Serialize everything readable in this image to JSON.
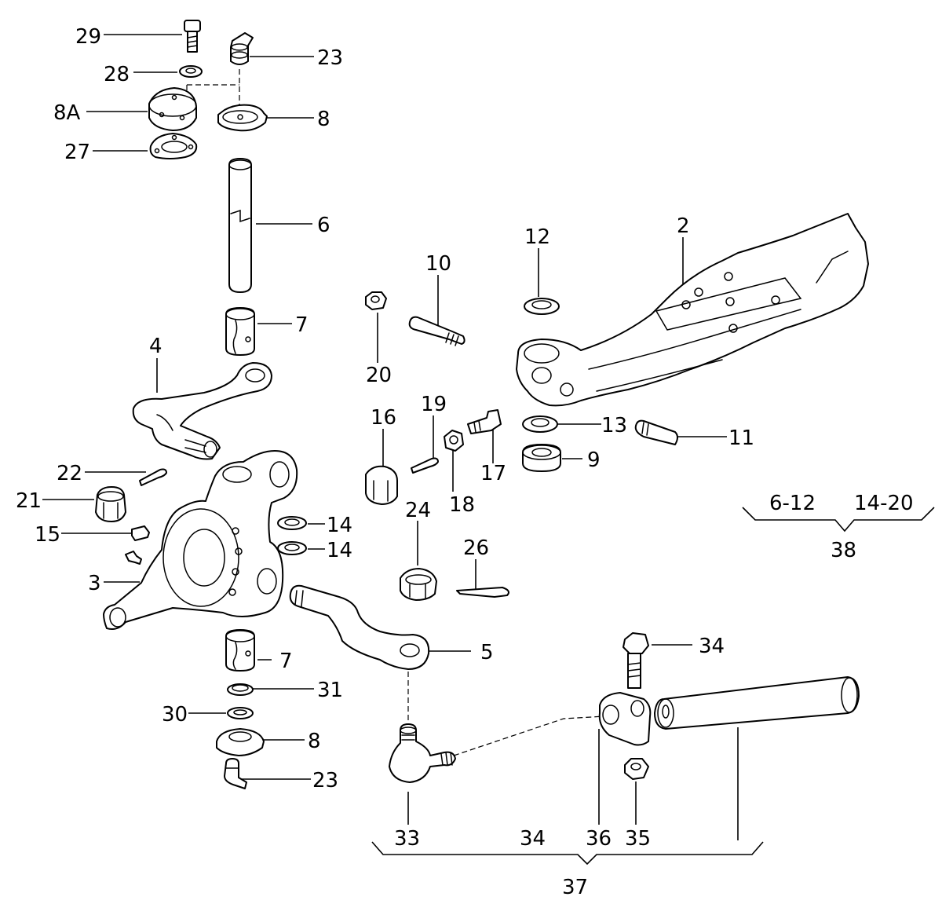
{
  "callouts": [
    {
      "id": "c29",
      "text": "29"
    },
    {
      "id": "c28",
      "text": "28"
    },
    {
      "id": "c23a",
      "text": "23"
    },
    {
      "id": "c8a",
      "text": "8A"
    },
    {
      "id": "c8",
      "text": "8"
    },
    {
      "id": "c27",
      "text": "27"
    },
    {
      "id": "c6",
      "text": "6"
    },
    {
      "id": "c7a",
      "text": "7"
    },
    {
      "id": "c4",
      "text": "4"
    },
    {
      "id": "c22",
      "text": "22"
    },
    {
      "id": "c21",
      "text": "21"
    },
    {
      "id": "c15",
      "text": "15"
    },
    {
      "id": "c3",
      "text": "3"
    },
    {
      "id": "c14a",
      "text": "14"
    },
    {
      "id": "c14b",
      "text": "14"
    },
    {
      "id": "c7b",
      "text": "7"
    },
    {
      "id": "c31",
      "text": "31"
    },
    {
      "id": "c30",
      "text": "30"
    },
    {
      "id": "c8b",
      "text": "8"
    },
    {
      "id": "c23b",
      "text": "23"
    },
    {
      "id": "c20",
      "text": "20"
    },
    {
      "id": "c10",
      "text": "10"
    },
    {
      "id": "c16",
      "text": "16"
    },
    {
      "id": "c19",
      "text": "19"
    },
    {
      "id": "c18",
      "text": "18"
    },
    {
      "id": "c17",
      "text": "17"
    },
    {
      "id": "c24",
      "text": "24"
    },
    {
      "id": "c26",
      "text": "26"
    },
    {
      "id": "c5",
      "text": "5"
    },
    {
      "id": "c12",
      "text": "12"
    },
    {
      "id": "c2",
      "text": "2"
    },
    {
      "id": "c13",
      "text": "13"
    },
    {
      "id": "c11",
      "text": "11"
    },
    {
      "id": "c9",
      "text": "9"
    },
    {
      "id": "c34a",
      "text": "34"
    },
    {
      "id": "c33",
      "text": "33"
    },
    {
      "id": "c34b",
      "text": "34"
    },
    {
      "id": "c36",
      "text": "36"
    },
    {
      "id": "c35",
      "text": "35"
    },
    {
      "id": "c37",
      "text": "37"
    }
  ],
  "groups": {
    "left": "6-12",
    "right": "14-20",
    "total": "38"
  }
}
